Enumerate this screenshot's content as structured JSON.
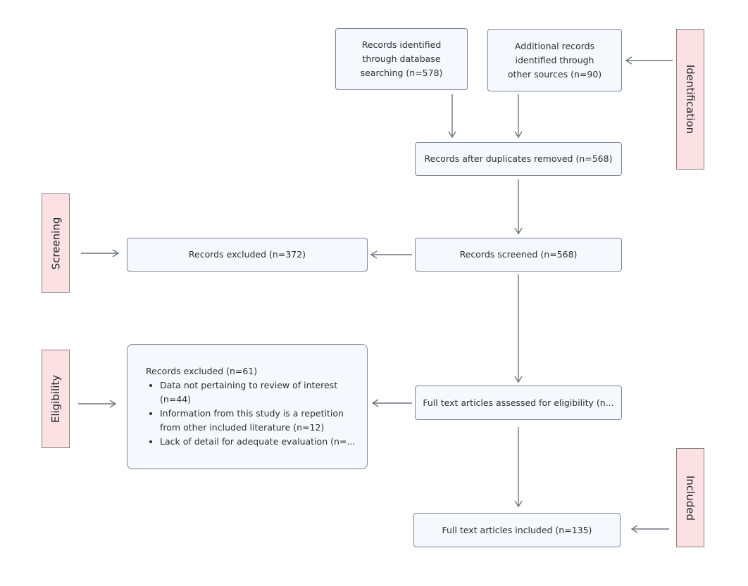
{
  "stages": {
    "identification": "Identification",
    "screening": "Screening",
    "eligibility": "Eligibility",
    "included": "Included"
  },
  "boxes": {
    "database_search": "Records identified\nthrough database\nsearching (n=578)",
    "other_sources": "Additional records\nidentified through\nother sources (n=90)",
    "after_duplicates": "Records after duplicates removed (n=568)",
    "screened": "Records screened (n=568)",
    "excluded_screening": "Records excluded (n=372)",
    "full_text_assessed": "Full text articles assessed for eligibility (n...",
    "included": "Full text articles included (n=135)"
  },
  "exclusions": {
    "heading": "Records excluded (n=61)",
    "reasons": [
      "Data not pertaining to review of interest\n(n=44)",
      "Information from this study is a repetition\nfrom other included literature (n=12)",
      "Lack of detail for adequate evaluation (n=..."
    ]
  },
  "colors": {
    "box_fill": "#f5f8fc",
    "box_border": "#7d8794",
    "stage_fill": "#fbe1e3",
    "arrow": "#6e7580"
  }
}
